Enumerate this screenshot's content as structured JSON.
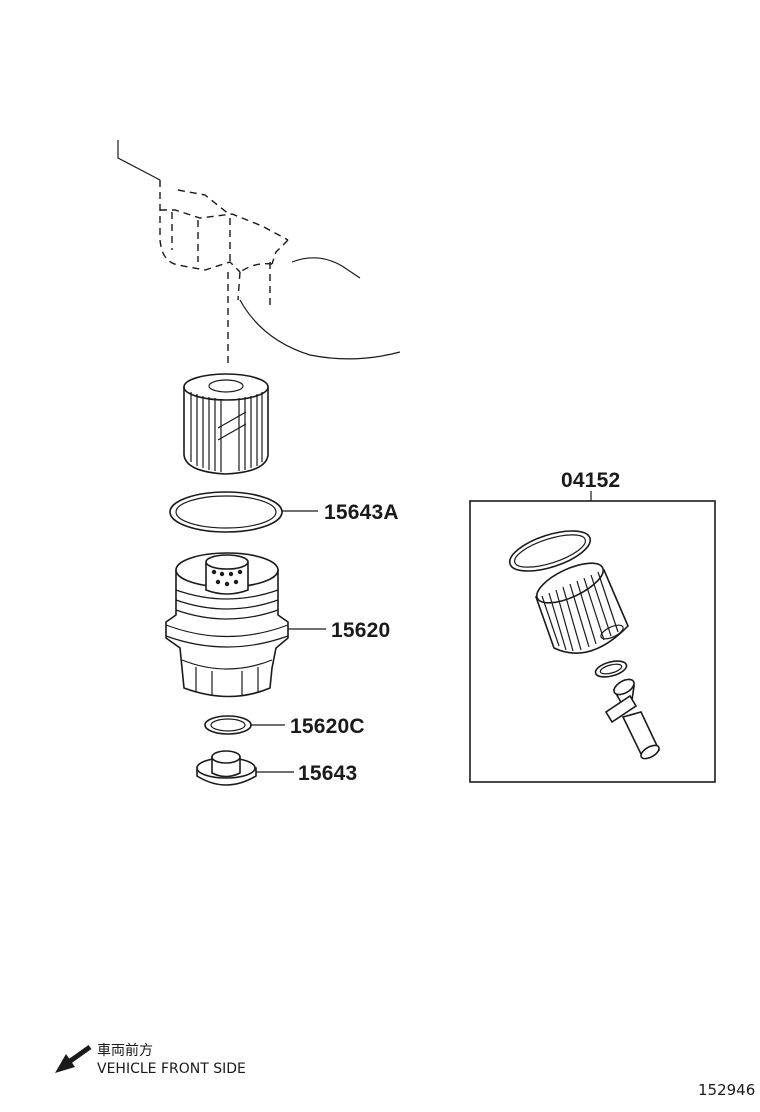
{
  "parts": {
    "filter_element_label": "15643A",
    "housing_cap_label": "15620",
    "cap_oring_label": "15620C",
    "drain_plug_label": "15643",
    "kit_label": "04152"
  },
  "direction_note": {
    "japanese": "車両前方",
    "english": "VEHICLE FRONT SIDE",
    "icon": "arrow-down-left-icon"
  },
  "figure_number": "152946"
}
